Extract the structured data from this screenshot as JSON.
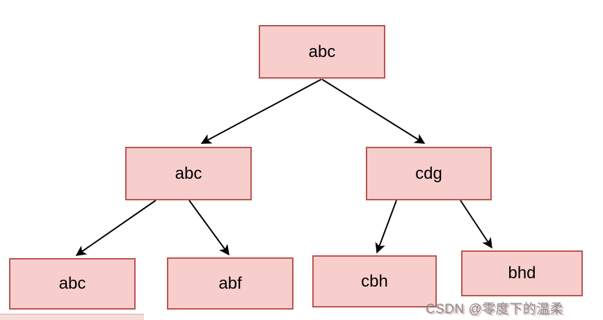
{
  "diagram": {
    "type": "tree",
    "nodes": {
      "root": {
        "label": "abc"
      },
      "level2_left": {
        "label": "abc"
      },
      "level2_right": {
        "label": "cdg"
      },
      "level3_child1": {
        "label": "abc"
      },
      "level3_child2": {
        "label": "abf"
      },
      "level3_child3": {
        "label": "cbh"
      },
      "level3_child4": {
        "label": "bhd"
      }
    },
    "edges": [
      {
        "from": "root",
        "to": "level2_left"
      },
      {
        "from": "root",
        "to": "level2_right"
      },
      {
        "from": "level2_left",
        "to": "level3_child1"
      },
      {
        "from": "level2_left",
        "to": "level3_child2"
      },
      {
        "from": "level2_right",
        "to": "level3_child3"
      },
      {
        "from": "level2_right",
        "to": "level3_child4"
      }
    ],
    "colors": {
      "node_fill": "#F8CECC",
      "node_border": "#B85450",
      "edge": "#000000",
      "background": "#FFFFFF"
    }
  },
  "watermark": {
    "text": "CSDN @零度下的温柔"
  }
}
